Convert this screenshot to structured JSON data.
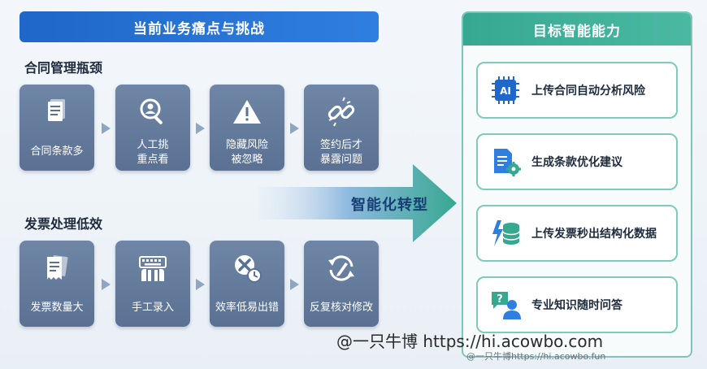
{
  "left_header": "当前业务痛点与挑战",
  "contract_section": {
    "title": "合同管理瓶颈",
    "cards": [
      {
        "label": "合同条款多",
        "icon": "document-stack-icon"
      },
      {
        "label": "人工挑\n重点看",
        "icon": "person-search-icon"
      },
      {
        "label": "隐藏风险\n被忽略",
        "icon": "warning-icon"
      },
      {
        "label": "签约后才\n暴露问题",
        "icon": "broken-link-icon"
      }
    ]
  },
  "invoice_section": {
    "title": "发票处理低效",
    "cards": [
      {
        "label": "发票数量大",
        "icon": "invoice-stack-icon"
      },
      {
        "label": "手工录入",
        "icon": "keyboard-hands-icon"
      },
      {
        "label": "效率低易出错",
        "icon": "error-clock-icon"
      },
      {
        "label": "反复核对修改",
        "icon": "refresh-edit-icon"
      }
    ]
  },
  "transform_label": "智能化转型",
  "right_panel": {
    "header": "目标智能能力",
    "capabilities": [
      {
        "label": "上传合同自动分析风险",
        "icon": "ai-chip-icon"
      },
      {
        "label": "生成条款优化建议",
        "icon": "document-gear-icon"
      },
      {
        "label": "上传发票秒出结构化数据",
        "icon": "database-bolt-icon"
      },
      {
        "label": "专业知识随时问答",
        "icon": "expert-qa-icon"
      }
    ]
  },
  "watermarks": {
    "primary": "@一只牛博 https://hi.acowbo.com",
    "secondary": "@一只牛博https://hi.acowbo.fun"
  },
  "colors": {
    "left_header": "#1f67c9",
    "card": "#6a809f",
    "right_header": "#3aae96",
    "arrow": "#3aa88f"
  }
}
